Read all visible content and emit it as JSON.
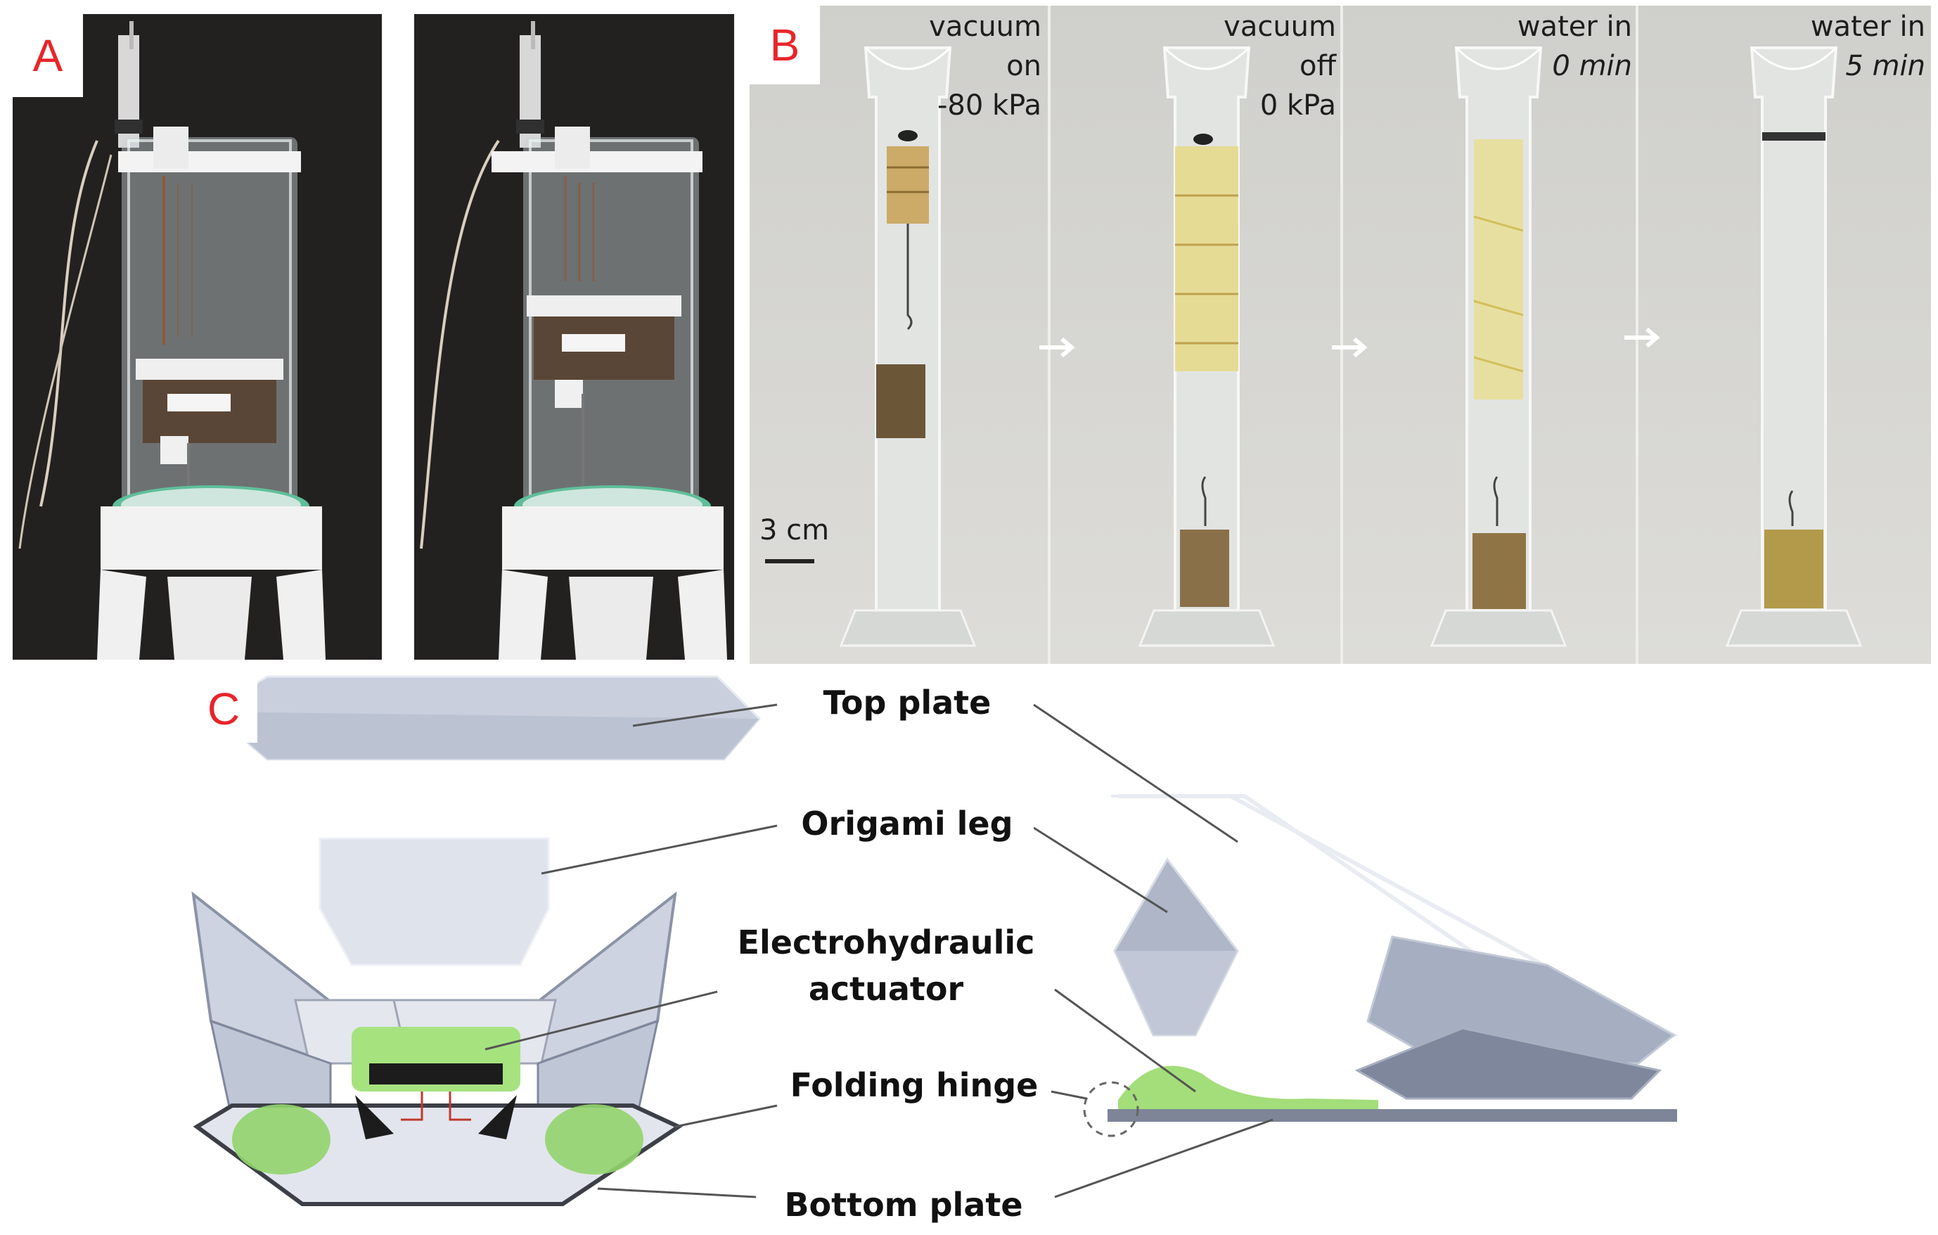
{
  "panels": {
    "a": {
      "letter": "A"
    },
    "b": {
      "letter": "B",
      "scale_bar": "3 cm",
      "frames": [
        {
          "caption_line1": "vacuum",
          "caption_line2": "on",
          "caption_line3": "-80 kPa",
          "italic": false
        },
        {
          "caption_line1": "vacuum",
          "caption_line2": "off",
          "caption_line3": "0 kPa",
          "italic": false
        },
        {
          "caption_line1": "water in",
          "caption_line2": "0 min",
          "caption_line3": "",
          "italic": true
        },
        {
          "caption_line1": "water in",
          "caption_line2": "5 min",
          "caption_line3": "",
          "italic": true
        }
      ]
    },
    "c": {
      "letter": "C",
      "labels": {
        "top_plate": "Top plate",
        "origami_leg": "Origami leg",
        "actuator_line1": "Electrohydraulic",
        "actuator_line2": "actuator",
        "folding_hinge": "Folding hinge",
        "bottom_plate": "Bottom plate"
      }
    }
  },
  "colors": {
    "panel_letter": "#e8252a",
    "actuator_green": "#8fd86a",
    "plate_gray": "#aeb6c8"
  }
}
